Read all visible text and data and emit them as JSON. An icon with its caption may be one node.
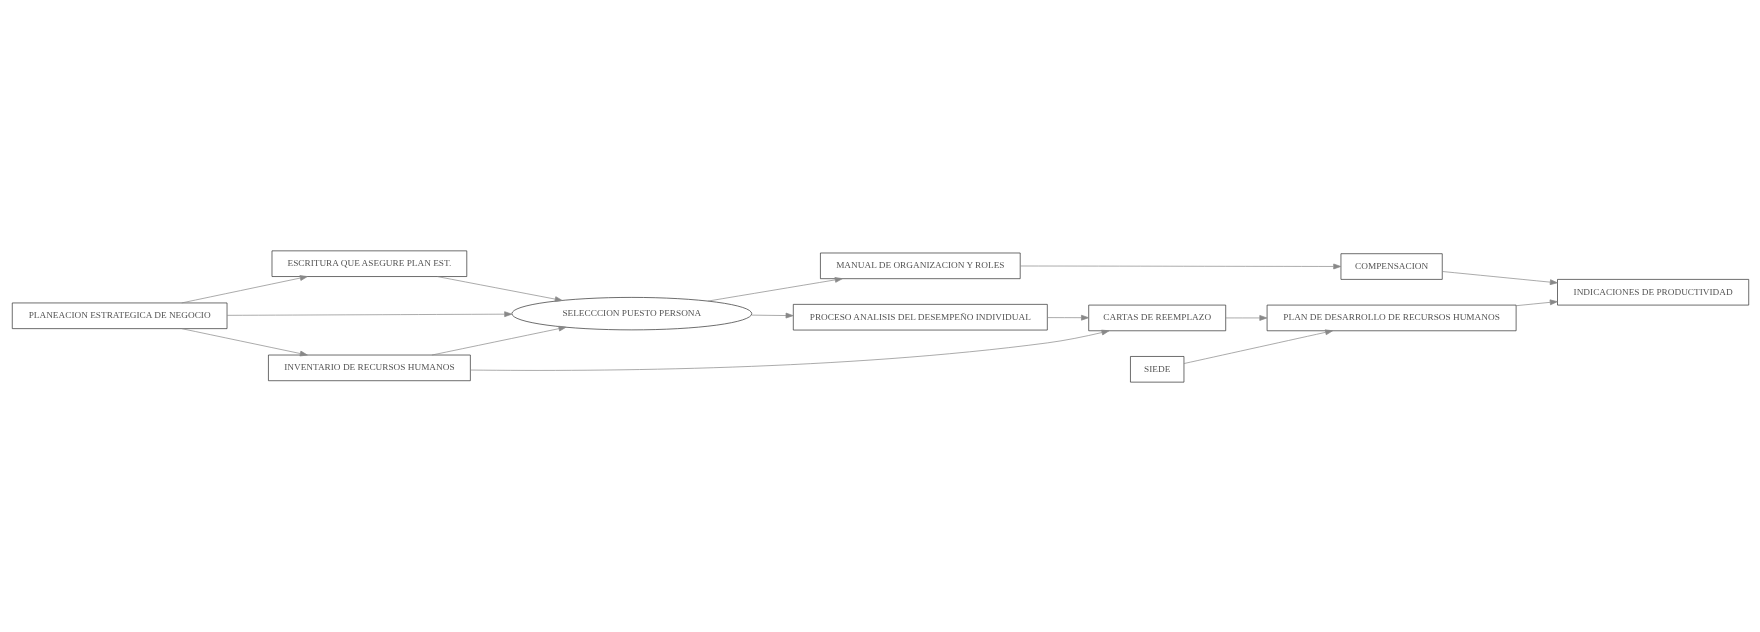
{
  "diagram": {
    "nodes": [
      {
        "text": [
          "ESCRITURA QUE ASEGURE PLAN EST."
        ]
      },
      {
        "text": [
          "MANUAL DE ORGANIZACION Y ROLES"
        ]
      },
      {
        "text": [
          "COMPENSACION"
        ]
      },
      {
        "text": [
          "PLANEACION ESTRATEGICA DE NEGOCIO"
        ]
      },
      {
        "text": [
          "SELECCCION PUESTO PERSONA"
        ]
      },
      {
        "text": [
          "PROCESO ANALISIS DEL DESEMPEÑO INDIVIDUAL"
        ]
      },
      {
        "text": [
          "INDICACIONES DE PRODUCTIVIDAD"
        ]
      },
      {
        "text": [
          "INVENTARIO DE RECURSOS HUMANOS"
        ]
      },
      {
        "text": [
          "CARTAS DE REEMPLAZO"
        ]
      },
      {
        "text": [
          "PLAN DE DESARROLLO DE RECURSOS HUMANOS"
        ]
      },
      {
        "text": [
          "SIEDE"
        ]
      }
    ],
    "edges": [
      {
        "from": 3,
        "to": 0,
        "arrow": "to"
      },
      {
        "from": 3,
        "to": 7,
        "arrow": "to"
      },
      {
        "from": 3,
        "to": 4,
        "arrow": "to"
      },
      {
        "from": 0,
        "to": 4,
        "arrow": "to"
      },
      {
        "from": 7,
        "to": 4,
        "arrow": "to"
      },
      {
        "from": 4,
        "to": 1,
        "arrow": "to"
      },
      {
        "from": 1,
        "to": 2,
        "arrow": "to"
      },
      {
        "from": 4,
        "to": 5,
        "arrow": "to"
      },
      {
        "from": 5,
        "to": 8,
        "arrow": "to"
      },
      {
        "from": 7,
        "to": 8,
        "arrow": "to"
      },
      {
        "from": 8,
        "to": 9,
        "arrow": "to"
      },
      {
        "from": 10,
        "to": 9,
        "arrow": "to"
      },
      {
        "from": 2,
        "to": 6,
        "arrow": "to"
      },
      {
        "from": 9,
        "to": 6,
        "arrow": "to"
      }
    ]
  }
}
